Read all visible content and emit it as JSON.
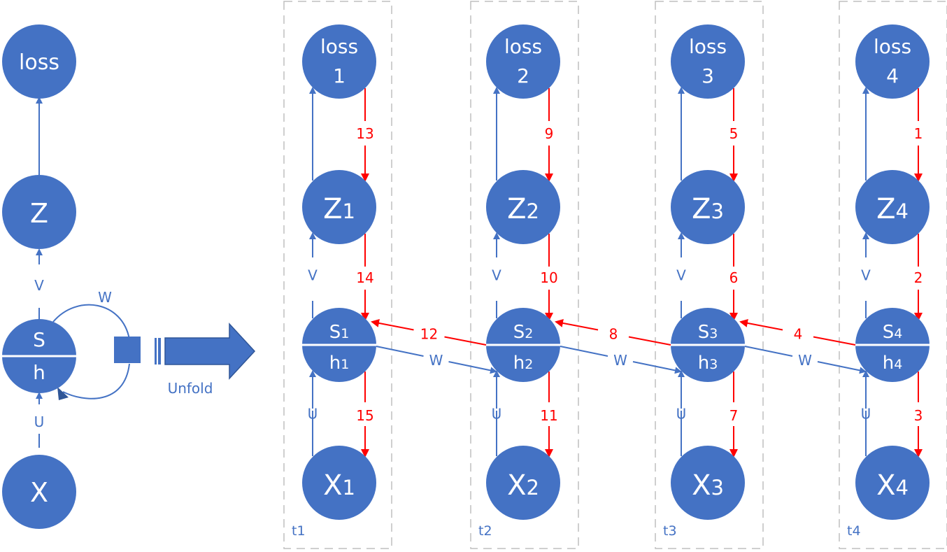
{
  "folded": {
    "loss": "loss",
    "z": "Z",
    "s": "S",
    "h": "h",
    "x": "X",
    "v_label": "V",
    "u_label": "U",
    "w_label": "W"
  },
  "unfold_label": "Unfold",
  "steps": [
    {
      "time": "t1",
      "loss": "loss",
      "loss_idx": "1",
      "z": "Z",
      "z_idx": "1",
      "s": "S",
      "s_idx": "1",
      "h": "h",
      "h_idx": "1",
      "x": "X",
      "x_idx": "1",
      "v": "V",
      "u": "U",
      "bp_loss_z": "13",
      "bp_z_s": "14",
      "bp_s_x": "15"
    },
    {
      "time": "t2",
      "loss": "loss",
      "loss_idx": "2",
      "z": "Z",
      "z_idx": "2",
      "s": "S",
      "s_idx": "2",
      "h": "h",
      "h_idx": "2",
      "x": "X",
      "x_idx": "2",
      "v": "V",
      "u": "U",
      "bp_loss_z": "9",
      "bp_z_s": "10",
      "bp_s_x": "11"
    },
    {
      "time": "t3",
      "loss": "loss",
      "loss_idx": "3",
      "z": "Z",
      "z_idx": "3",
      "s": "S",
      "s_idx": "3",
      "h": "h",
      "h_idx": "3",
      "x": "X",
      "x_idx": "3",
      "v": "V",
      "u": "U",
      "bp_loss_z": "5",
      "bp_z_s": "6",
      "bp_s_x": "7"
    },
    {
      "time": "t4",
      "loss": "loss",
      "loss_idx": "4",
      "z": "Z",
      "z_idx": "4",
      "s": "S",
      "s_idx": "4",
      "h": "h",
      "h_idx": "4",
      "x": "X",
      "x_idx": "4",
      "v": "V",
      "u": "U",
      "bp_loss_z": "1",
      "bp_z_s": "2",
      "bp_s_x": "3"
    }
  ],
  "transitions": [
    {
      "w_label": "W",
      "bp_label": "12"
    },
    {
      "w_label": "W",
      "bp_label": "8"
    },
    {
      "w_label": "W",
      "bp_label": "4"
    }
  ],
  "colors": {
    "node": "#4472C4",
    "forward": "#4472C4",
    "backward": "#FF0000",
    "frame": "#BFBFBF"
  }
}
